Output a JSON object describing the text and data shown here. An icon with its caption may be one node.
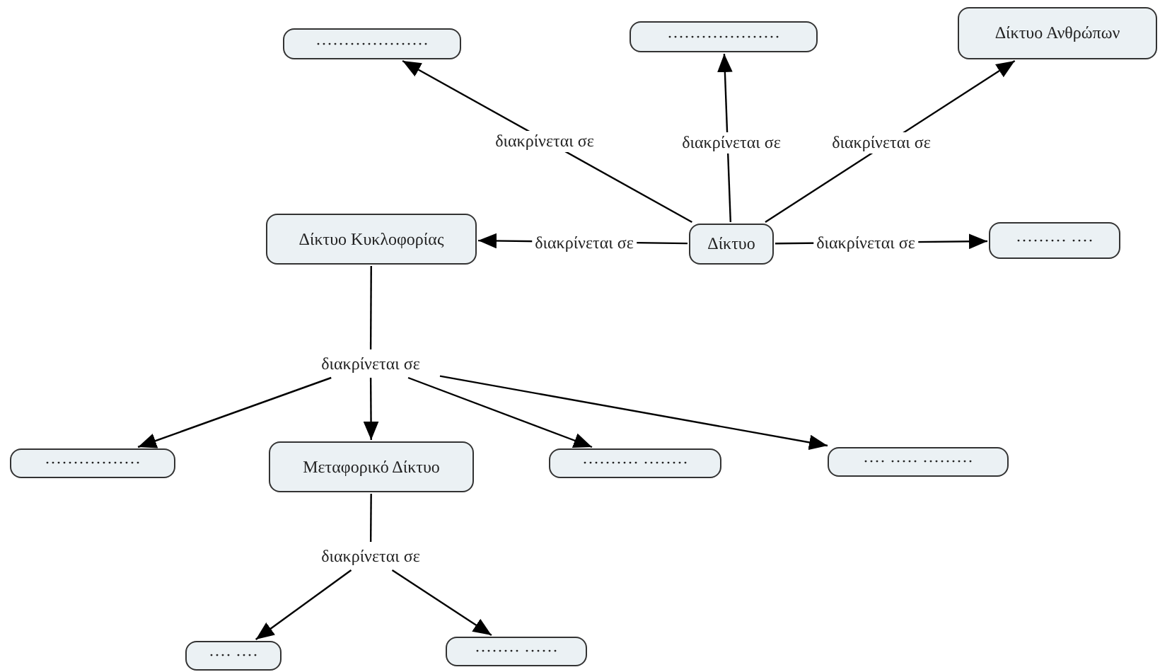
{
  "diagram": {
    "nodes": [
      {
        "text": [
          "Δίκτυο"
        ]
      },
      {
        "text": [
          "····················"
        ]
      },
      {
        "text": [
          "····················"
        ]
      },
      {
        "text": [
          "Δίκτυο Ανθρώπων"
        ]
      },
      {
        "text": [
          "Δίκτυο Κυκλοφορίας"
        ]
      },
      {
        "text": [
          "········· ····"
        ]
      },
      {
        "text": [
          "διακρίνεται σε"
        ]
      },
      {
        "text": [
          "·················"
        ]
      },
      {
        "text": [
          "Μεταφορικό Δίκτυο"
        ]
      },
      {
        "text": [
          "·········· ········"
        ]
      },
      {
        "text": [
          "···· ····· ·········"
        ]
      },
      {
        "text": [
          "διακρίνεται σε"
        ]
      },
      {
        "text": [
          "···· ····"
        ]
      },
      {
        "text": [
          "········ ······"
        ]
      }
    ],
    "edges": [
      {
        "from": 0,
        "to": 1,
        "arrow": "to",
        "label": "διακρίνεται σε"
      },
      {
        "from": 0,
        "to": 2,
        "arrow": "to",
        "label": "διακρίνεται σε"
      },
      {
        "from": 0,
        "to": 3,
        "arrow": "to",
        "label": "διακρίνεται σε"
      },
      {
        "from": 0,
        "to": 4,
        "arrow": "to",
        "label": "διακρίνεται σε"
      },
      {
        "from": 0,
        "to": 5,
        "arrow": "to",
        "label": "διακρίνεται σε"
      },
      {
        "from": 4,
        "to": 6,
        "arrow": "none"
      },
      {
        "from": 6,
        "to": 7,
        "arrow": "to"
      },
      {
        "from": 6,
        "to": 8,
        "arrow": "to"
      },
      {
        "from": 6,
        "to": 9,
        "arrow": "to"
      },
      {
        "from": 6,
        "to": 10,
        "arrow": "to"
      },
      {
        "from": 8,
        "to": 11,
        "arrow": "none"
      },
      {
        "from": 11,
        "to": 12,
        "arrow": "to"
      },
      {
        "from": 11,
        "to": 13,
        "arrow": "to"
      }
    ]
  }
}
